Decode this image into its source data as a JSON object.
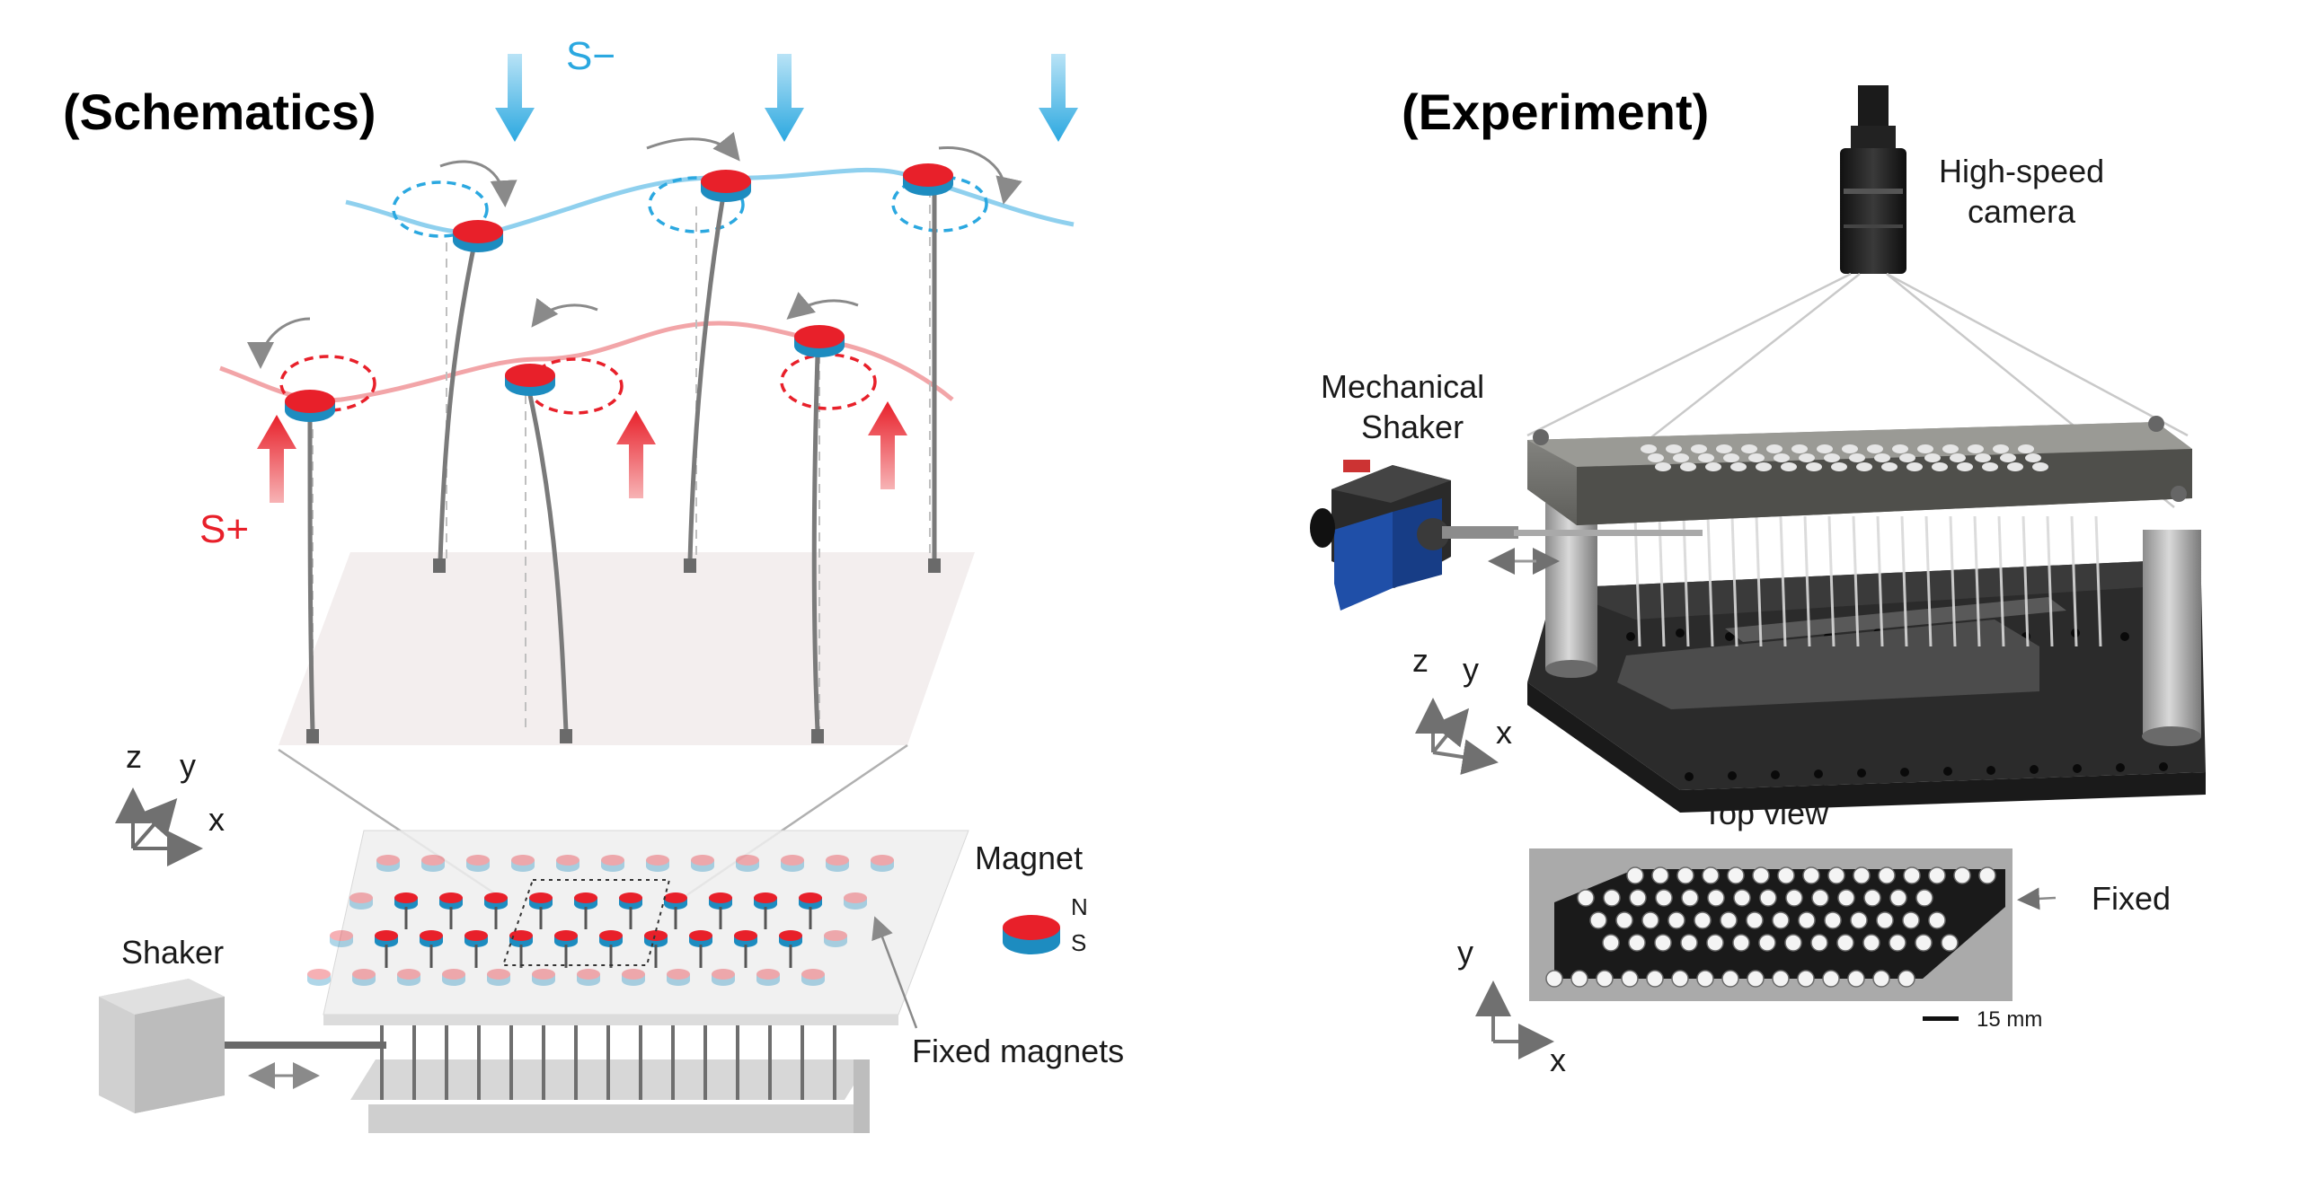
{
  "schematics": {
    "title": "(Schematics)",
    "s_minus": "S−",
    "s_plus": "S+",
    "axis_z": "z",
    "axis_y": "y",
    "axis_x": "x",
    "magnet_title": "Magnet",
    "magnet_n": "N",
    "magnet_s": "S",
    "shaker": "Shaker",
    "fixed_magnets": "Fixed magnets",
    "colors": {
      "red": "#e8202a",
      "blue": "#2ba8e0",
      "grey": "#7a7a7a"
    }
  },
  "experiment": {
    "title": "(Experiment)",
    "camera": [
      "High-speed",
      "camera"
    ],
    "shaker": [
      "Mechanical",
      "Shaker"
    ],
    "axis_z": "z",
    "axis_y": "y",
    "axis_x": "x",
    "top_view": "Top view",
    "fixed": "Fixed",
    "scale": "15 mm",
    "top_axis_y": "y",
    "top_axis_x": "x"
  }
}
